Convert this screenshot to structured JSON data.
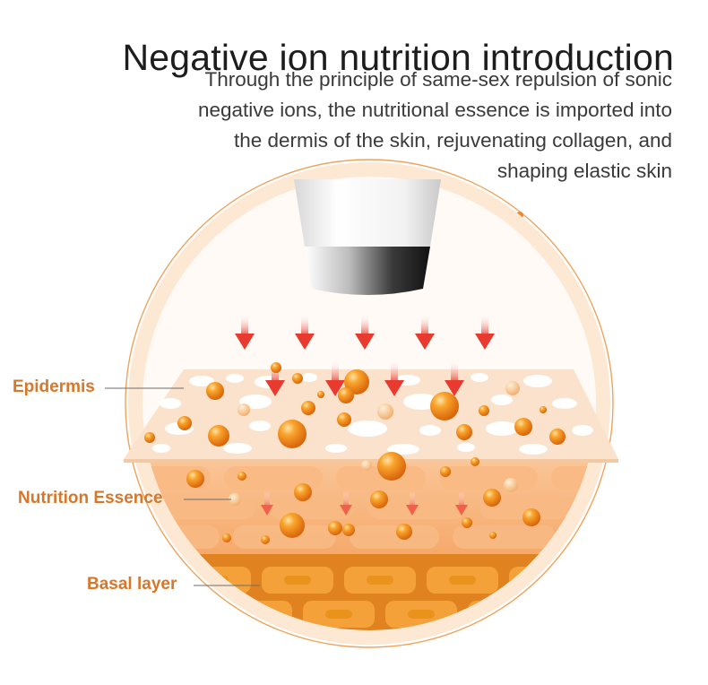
{
  "header": {
    "title": "Negative ion nutrition introduction",
    "subtitle_lines": [
      "Through the principle of same-sex repulsion of sonic",
      "negative ions, the nutritional essence is imported into",
      "the dermis of the skin, rejuvenating collagen, and",
      "shaping elastic skin"
    ]
  },
  "labels": {
    "epidermis": "Epidermis",
    "nutrition_essence": "Nutrition Essence",
    "basal_layer": "Basal layer"
  },
  "colors": {
    "accent_orange": "#e8892d",
    "label_orange": "#d7772a",
    "arrow_red": "#e83a2e",
    "ring_light": "#fde9d3"
  },
  "icons": {
    "device": "beauty-device-head-icon",
    "arrow": "arrow-down-icon",
    "droplet": "nutrient-droplet-icon"
  }
}
